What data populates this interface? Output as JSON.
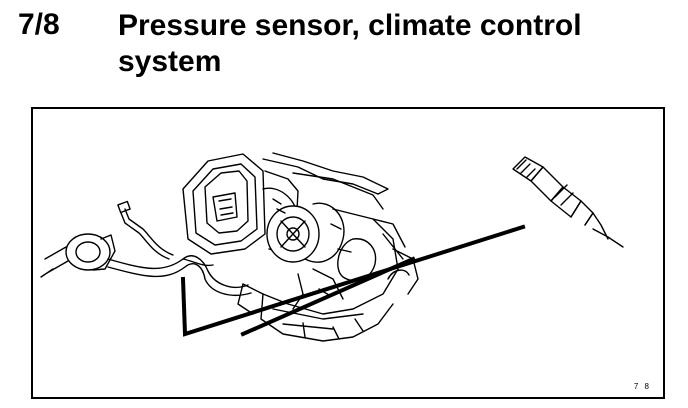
{
  "header": {
    "section_number": "7/8",
    "title": "Pressure sensor, climate control system"
  },
  "figure": {
    "code": "7 8",
    "line_color": "#000000",
    "background": "#ffffff"
  }
}
